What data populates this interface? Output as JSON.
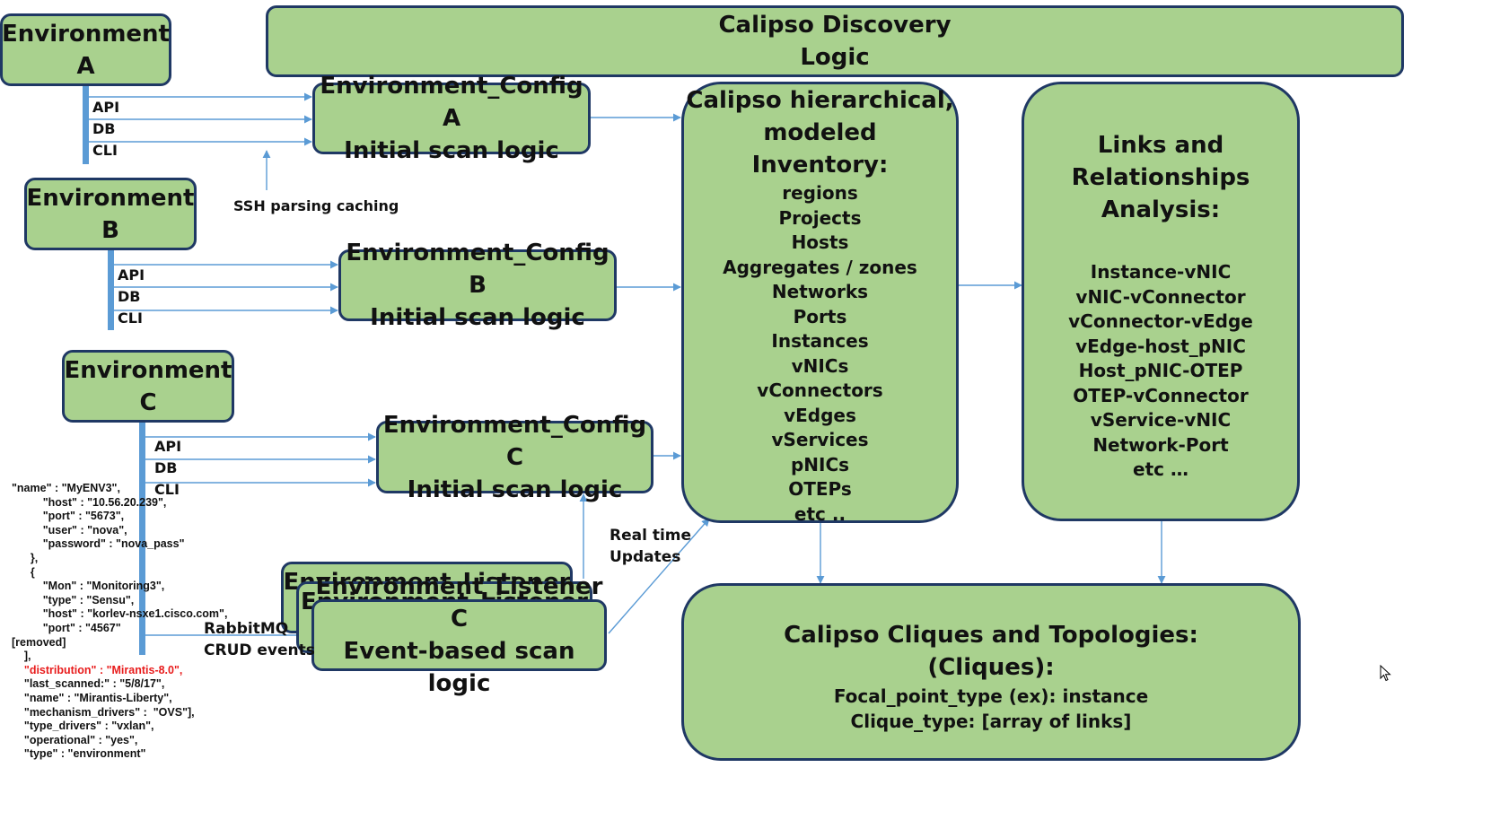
{
  "discovery": {
    "line1": "Calipso Discovery",
    "line2": "Logic"
  },
  "environments": [
    {
      "line1": "Environment",
      "line2": "A"
    },
    {
      "line1": "Environment",
      "line2": "B"
    },
    {
      "line1": "Environment",
      "line2": "C"
    }
  ],
  "interfaces": [
    "API",
    "DB",
    "CLI"
  ],
  "configs": [
    {
      "line1": "Environment_Config A",
      "line2": "Initial scan logic"
    },
    {
      "line1": "Environment_Config B",
      "line2": "Initial scan logic"
    },
    {
      "line1": "Environment_Config C",
      "line2": "Initial scan logic"
    }
  ],
  "listeners": {
    "back_a": "Environment_Listener A",
    "back_b": "Environment_Listener B",
    "front_line1": "Environment_Listener C",
    "front_line2": "Event-based scan logic"
  },
  "ssh_label": "SSH parsing caching",
  "realtime_label": {
    "line1": "Real time",
    "line2": "Updates"
  },
  "rabbit_label": {
    "line1": "RabbitMQ",
    "line2": "CRUD events"
  },
  "inventory": {
    "title": [
      "Calipso hierarchical,",
      "modeled",
      "Inventory:"
    ],
    "items": [
      "regions",
      "Projects",
      "Hosts",
      "Aggregates / zones",
      "Networks",
      "Ports",
      "Instances",
      "vNICs",
      "vConnectors",
      "vEdges",
      "vServices",
      "pNICs",
      "OTEPs",
      "etc .."
    ]
  },
  "links": {
    "title": [
      "Links and",
      "Relationships",
      "Analysis:"
    ],
    "items": [
      "Instance-vNIC",
      "vNIC-vConnector",
      "vConnector-vEdge",
      "vEdge-host_pNIC",
      "Host_pNIC-OTEP",
      "OTEP-vConnector",
      "vService-vNIC",
      "Network-Port",
      "etc …"
    ]
  },
  "cliques": {
    "title": [
      "Calipso Cliques and Topologies:",
      "(Cliques):"
    ],
    "items": [
      "Focal_point_type (ex): instance",
      "Clique_type:  [array of links]"
    ]
  },
  "code_lines": [
    "\"name\" : \"MyENV3\",",
    "          \"host\" : \"10.56.20.239\",",
    "          \"port\" : \"5673\",",
    "          \"user\" : \"nova\",",
    "          \"password\" : \"nova_pass\"",
    "      },",
    "      {",
    "          \"Mon\" : \"Monitoring3\",",
    "          \"type\" : \"Sensu\",",
    "          \"host\" : \"korlev-nsxe1.cisco.com\",",
    "          \"port\" : \"4567\"",
    "[removed]",
    "    ],",
    "    \"distribution\" : \"Mirantis-8.0\",",
    "    \"last_scanned:\" : \"5/8/17\",",
    "    \"name\" : \"Mirantis-Liberty\",",
    "    \"mechanism_drivers\" :  \"OVS\"],",
    "    \"type_drivers\" : \"vxlan\",",
    "    \"operational\" : \"yes\",",
    "    \"type\" : \"environment\""
  ],
  "colors": {
    "box_fill": "#a9d18e",
    "box_border": "#1f3864",
    "connector": "#5b9bd5",
    "highlight": "#e81c1c"
  }
}
